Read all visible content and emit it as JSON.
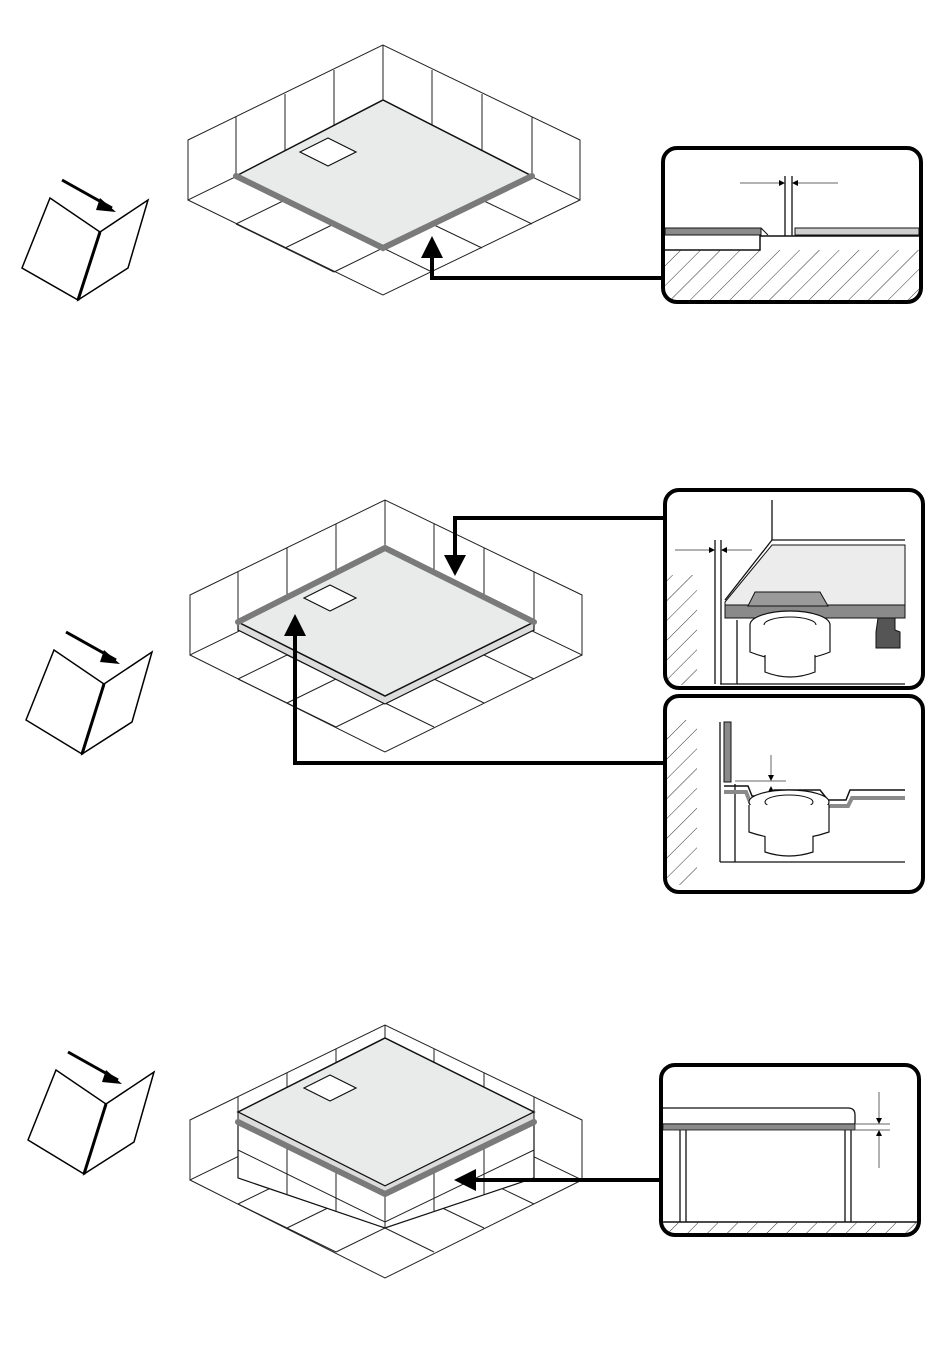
{
  "figure": {
    "steps": [
      {
        "id": "step-1",
        "manual_icon": "open-manual-icon",
        "detail": "gap-detail"
      },
      {
        "id": "step-2",
        "manual_icon": "open-manual-icon",
        "detail": [
          "wall-gap-drain-detail",
          "drain-height-detail"
        ]
      },
      {
        "id": "step-3",
        "manual_icon": "open-manual-icon",
        "detail": "plinth-height-detail"
      }
    ],
    "colors": {
      "tray_fill": "#e9eaea",
      "seal": "#7a7a7a",
      "outline": "#000000"
    }
  }
}
